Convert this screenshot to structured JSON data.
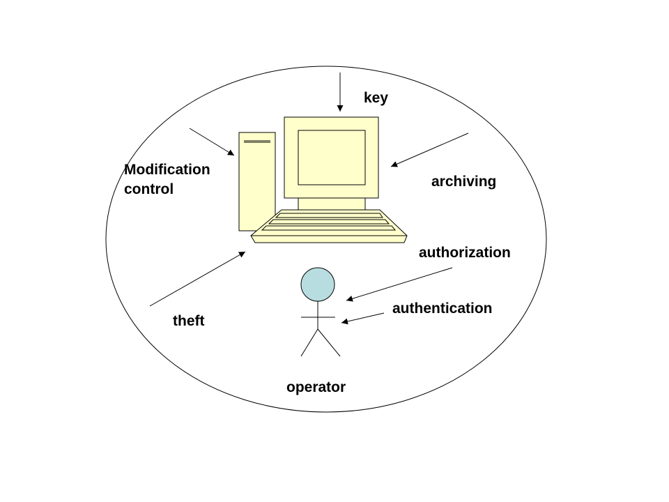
{
  "labels": {
    "key": "key",
    "modification_line1": "Modification",
    "modification_line2": "control",
    "archiving": "archiving",
    "authorization": "authorization",
    "authentication": "authentication",
    "theft": "theft",
    "operator": "operator"
  },
  "colors": {
    "computer_fill": "#ffffcc",
    "operator_head_fill": "#b7dde0",
    "stroke": "#000000",
    "background": "#ffffff"
  },
  "icons": {
    "computer": "computer-icon",
    "operator": "stick-figure-icon"
  }
}
